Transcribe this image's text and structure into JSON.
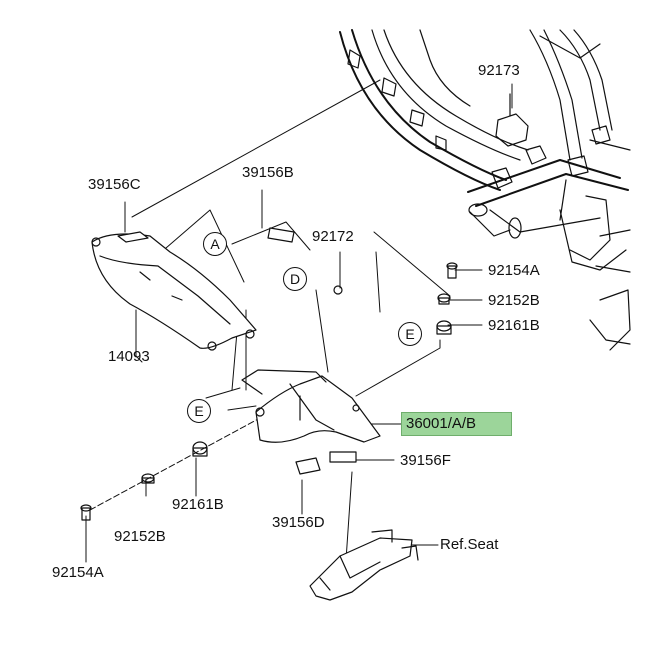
{
  "labels": {
    "p92173": "92173",
    "p39156C": "39156C",
    "p39156B": "39156B",
    "p92172": "92172",
    "p92154A_top": "92154A",
    "p92152B_top": "92152B",
    "p92161B_top": "92161B",
    "p14093": "14093",
    "p36001": "36001/A/B",
    "p39156F": "39156F",
    "p92161B_bottom": "92161B",
    "p39156D": "39156D",
    "p92152B_bottom": "92152B",
    "p92154A_bottom": "92154A",
    "ref_seat": "Ref.Seat"
  },
  "callouts": {
    "A": "A",
    "D": "D",
    "E_upper": "E",
    "E_left": "E"
  },
  "colors": {
    "line": "#111111",
    "highlight": "#9cd59a",
    "part_fill": "#ffffff"
  }
}
